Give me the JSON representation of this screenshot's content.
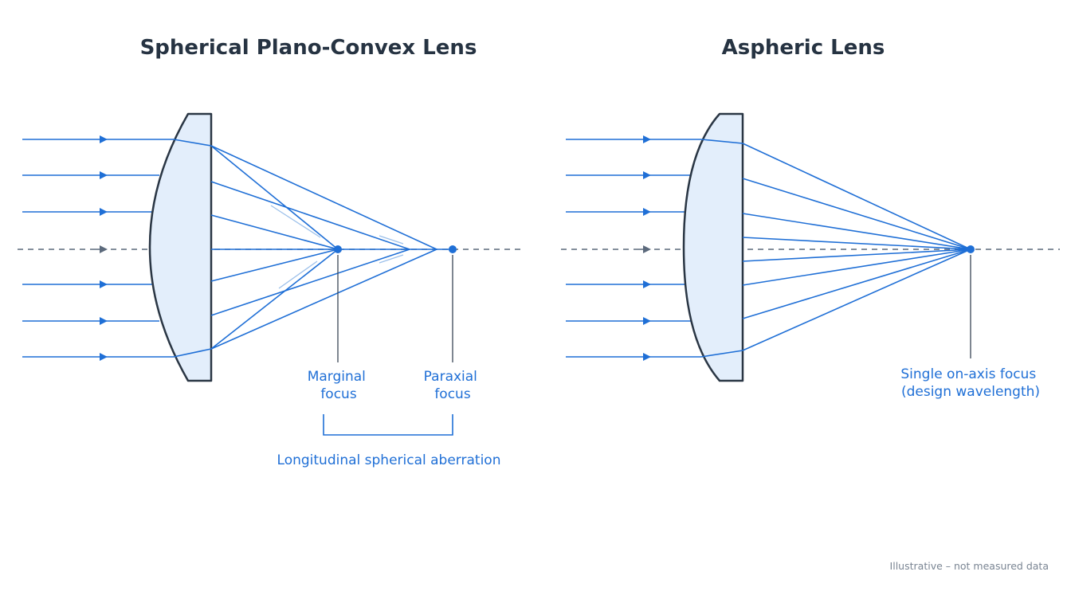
{
  "colors": {
    "ray": "#1f6fd6",
    "label": "#1f6fd6",
    "title": "#263342",
    "lens_fill": "#e3eefb",
    "lens_stroke": "#2a3644",
    "axis": "#5c6a7c",
    "leader": "#3a4656",
    "note": "#7a8593"
  },
  "left_panel": {
    "title": "Spherical Plano-Convex Lens",
    "marginal_focus_label": [
      "Marginal",
      "focus"
    ],
    "paraxial_focus_label": [
      "Paraxial",
      "focus"
    ],
    "aberration_label": "Longitudinal spherical aberration"
  },
  "right_panel": {
    "title": "Aspheric Lens",
    "focus_label": [
      "Single on-axis focus",
      "(design wavelength)"
    ]
  },
  "footnote": "Illustrative – not measured data"
}
